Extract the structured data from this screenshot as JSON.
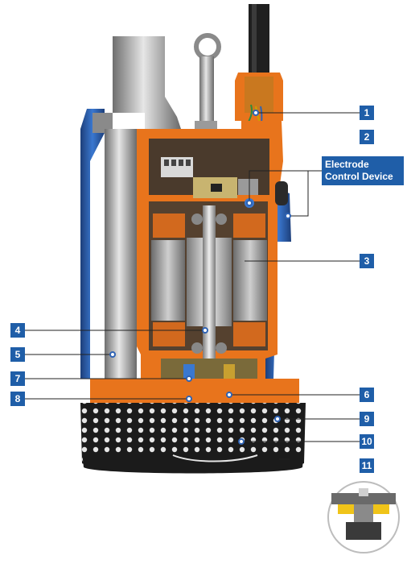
{
  "callouts": {
    "n1": "1",
    "n2": "2",
    "n3": "3",
    "n4": "4",
    "n5": "5",
    "n6": "6",
    "n7": "7",
    "n8": "8",
    "n9": "9",
    "n10": "10",
    "n11": "11"
  },
  "electrode_box": {
    "line1": "Electrode",
    "line2": "Control Device"
  },
  "colors": {
    "housing_blue": "#2f63b4",
    "cutaway_orange": "#e8741c",
    "steel_grey": "#a9a9a9",
    "callout_blue": "#1f5ea8",
    "base_black": "#1b1b1b"
  }
}
